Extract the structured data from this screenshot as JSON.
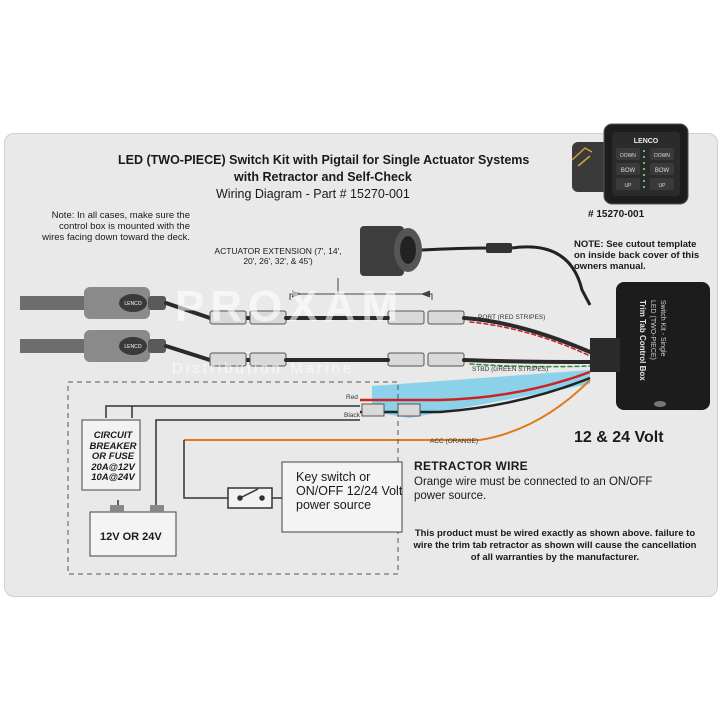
{
  "title": {
    "line1": "LED (TWO-PIECE) Switch Kit with Pigtail for Single Actuator Systems",
    "line2": "with Retractor and Self-Check",
    "line3": "Wiring Diagram - Part # 15270-001"
  },
  "note_mounting": "Note: In all cases, make sure the control box is mounted with the wires facing down toward the deck.",
  "part_label": "# 15270-001",
  "note_cutout": "NOTE: See cutout template on inside back cover of this owners manual.",
  "actuator_extension": "ACTUATOR EXTENSION (7', 14', 20', 26', 32', & 45')",
  "control_box": {
    "title": "Trim Tab Control Box",
    "subtitle": "LED (TWO-PIECE)",
    "subtitle2": "Switch Kit - Single"
  },
  "voltage": "12 & 24 Volt",
  "retractor": {
    "title": "RETRACTOR WIRE",
    "body": "Orange wire must be connected to an ON/OFF power source."
  },
  "warning": "This product must be wired exactly as shown above. failure to wire the trim tab retractor as shown will cause the cancellation of all warranties by the manufacturer.",
  "key_switch": "Key switch or ON/OFF 12/24 Volt power source",
  "circuit_breaker": "CIRCUIT BREAKER OR FUSE 20A@12V 10A@24V",
  "battery": "12V OR 24V",
  "wire_labels": {
    "port": "PORT (RED STRIPES)",
    "stbd": "STBD (GREEN STRIPES)",
    "red": "Red",
    "black": "Black",
    "acc": "ACC (ORANGE)"
  },
  "switch_panel": {
    "brand": "LENCO",
    "btn_down_l": "DOWN",
    "btn_down_r": "DOWN",
    "btn_bow_l": "BOW",
    "btn_bow_r": "BOW",
    "btn_up_l": "UP",
    "btn_up_r": "UP"
  },
  "actuator_brand": "LENCO",
  "watermark": "PROXAM",
  "watermark_sub": "Distribution Marine",
  "colors": {
    "panel": "#e9e9ea",
    "wire_dark": "#2a2a2a",
    "wire_red": "#cc2222",
    "wire_green": "#2e8b3a",
    "wire_orange": "#e07a1a",
    "highlight": "#6cc8ea"
  }
}
